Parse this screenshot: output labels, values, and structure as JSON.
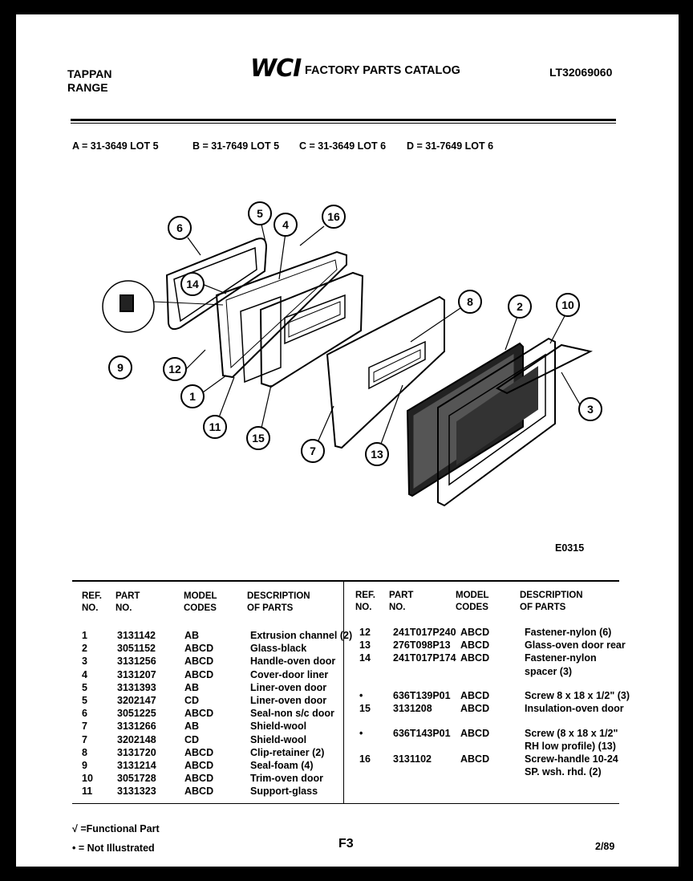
{
  "header": {
    "brand": "TAPPAN",
    "product": "RANGE",
    "logo": "WCI",
    "catalog_title": "FACTORY PARTS CATALOG",
    "catalog_number": "LT32069060"
  },
  "models": [
    "A = 31-3649 LOT 5",
    "B = 31-7649 LOT 5",
    "C = 31-3649 LOT 6",
    "D = 31-7649 LOT 6"
  ],
  "diagram": {
    "code": "E0315",
    "callouts": [
      "6",
      "5",
      "4",
      "16",
      "14",
      "9",
      "12",
      "1",
      "11",
      "15",
      "7",
      "8",
      "13",
      "2",
      "10",
      "3"
    ]
  },
  "table_headers": {
    "ref": "REF.",
    "ref2": "NO.",
    "part": "PART",
    "part2": "NO.",
    "model": "MODEL",
    "model2": "CODES",
    "desc": "DESCRIPTION",
    "desc2": "OF PARTS"
  },
  "parts_left": [
    {
      "ref": "1",
      "part": "3131142",
      "codes": "AB",
      "desc": "Extrusion channel (2)"
    },
    {
      "ref": "2",
      "part": "3051152",
      "codes": "ABCD",
      "desc": "Glass-black"
    },
    {
      "ref": "3",
      "part": "3131256",
      "codes": "ABCD",
      "desc": "Handle-oven door"
    },
    {
      "ref": "4",
      "part": "3131207",
      "codes": "ABCD",
      "desc": "Cover-door liner"
    },
    {
      "ref": "5",
      "part": "3131393",
      "codes": "AB",
      "desc": "Liner-oven door"
    },
    {
      "ref": "5",
      "part": "3202147",
      "codes": "CD",
      "desc": "Liner-oven door"
    },
    {
      "ref": "6",
      "part": "3051225",
      "codes": "ABCD",
      "desc": "Seal-non s/c door"
    },
    {
      "ref": "7",
      "part": "3131266",
      "codes": "AB",
      "desc": "Shield-wool"
    },
    {
      "ref": "7",
      "part": "3202148",
      "codes": "CD",
      "desc": "Shield-wool"
    },
    {
      "ref": "8",
      "part": "3131720",
      "codes": "ABCD",
      "desc": "Clip-retainer (2)"
    },
    {
      "ref": "9",
      "part": "3131214",
      "codes": "ABCD",
      "desc": "Seal-foam (4)"
    },
    {
      "ref": "10",
      "part": "3051728",
      "codes": "ABCD",
      "desc": "Trim-oven door"
    },
    {
      "ref": "11",
      "part": "3131323",
      "codes": "ABCD",
      "desc": "Support-glass"
    }
  ],
  "parts_right": [
    {
      "ref": "12",
      "part": "241T017P240",
      "codes": "ABCD",
      "desc": "Fastener-nylon (6)",
      "desc2": ""
    },
    {
      "ref": "13",
      "part": "276T098P13",
      "codes": "ABCD",
      "desc": "Glass-oven door rear",
      "desc2": ""
    },
    {
      "ref": "14",
      "part": "241T017P174",
      "codes": "ABCD",
      "desc": "Fastener-nylon",
      "desc2": "spacer (3)"
    },
    {
      "ref": "•",
      "part": "636T139P01",
      "codes": "ABCD",
      "desc": "Screw 8 x 18 x 1/2\" (3)",
      "desc2": ""
    },
    {
      "ref": "15",
      "part": "3131208",
      "codes": "ABCD",
      "desc": "Insulation-oven door",
      "desc2": ""
    },
    {
      "ref": "•",
      "part": "636T143P01",
      "codes": "ABCD",
      "desc": "Screw (8 x 18 x 1/2\"",
      "desc2": "RH low profile) (13)"
    },
    {
      "ref": "16",
      "part": "3131102",
      "codes": "ABCD",
      "desc": "Screw-handle 10-24",
      "desc2": "SP. wsh. rhd. (2)"
    }
  ],
  "footer": {
    "functional": "√ =Functional Part",
    "not_illustrated": "• = Not Illustrated",
    "page": "F3",
    "date": "2/89"
  }
}
